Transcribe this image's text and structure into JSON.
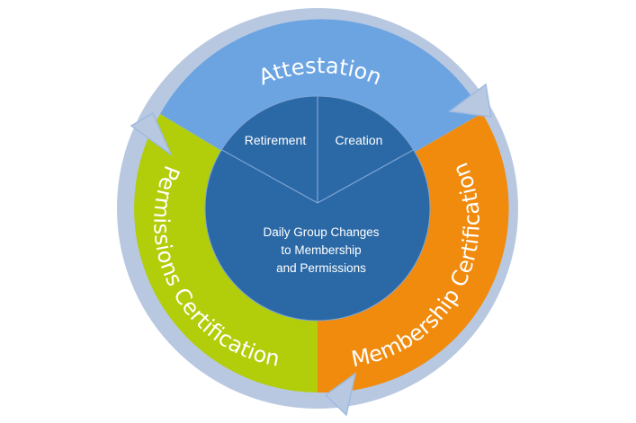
{
  "diagram": {
    "outer_segments": [
      {
        "label": "Attestation",
        "color": "#6ca4e2"
      },
      {
        "label": "Membership Certification",
        "color": "#f08b0e"
      },
      {
        "label": "Permissions Certification",
        "color": "#b2cd0a"
      }
    ],
    "inner_segments": [
      {
        "label": "Retirement"
      },
      {
        "label": "Creation"
      }
    ],
    "center": {
      "lines": [
        "Daily Group Changes",
        "to Membership",
        "and Permissions"
      ],
      "color": "#2b69a6"
    },
    "cycle_ring_color": "#b8c8e1",
    "outline_color": "#9fbbe0"
  }
}
